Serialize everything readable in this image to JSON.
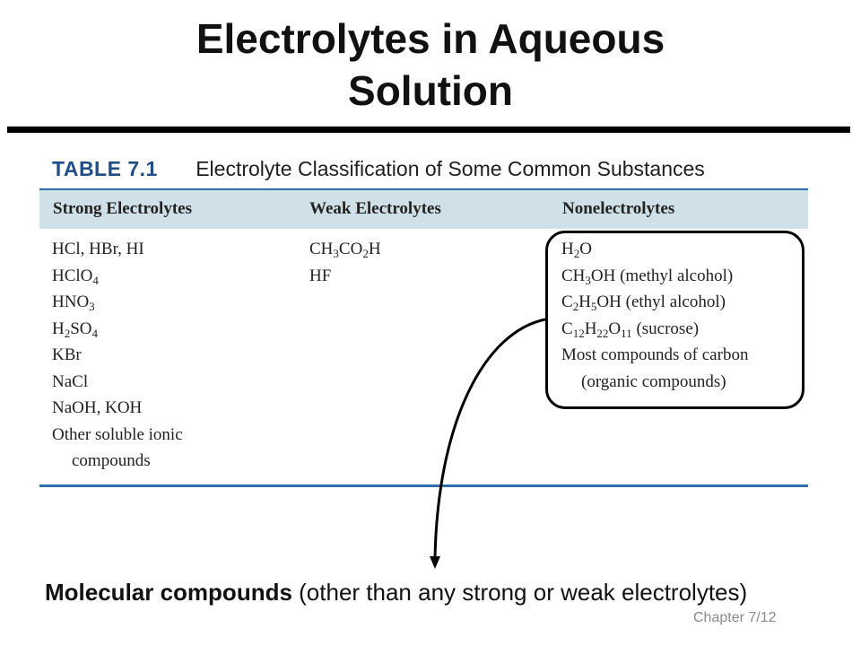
{
  "slide": {
    "title_line1": "Electrolytes in Aqueous",
    "title_line2": "Solution",
    "page_number": "Chapter 7/12"
  },
  "table": {
    "label": "TABLE 7.1",
    "caption": "Electrolyte Classification of Some Common Substances",
    "headers": [
      "Strong Electrolytes",
      "Weak Electrolytes",
      "Nonelectrolytes"
    ],
    "strong": [
      "HCl, HBr, HI",
      "HClO4",
      "HNO3",
      "H2SO4",
      "KBr",
      "NaCl",
      "NaOH, KOH",
      "Other soluble ionic",
      "compounds"
    ],
    "weak": [
      "CH3CO2H",
      "HF"
    ],
    "non": [
      "H2O",
      "CH3OH (methyl alcohol)",
      "C2H5OH (ethyl alcohol)",
      "C12H22O11 (sucrose)",
      "Most compounds of carbon",
      "(organic compounds)"
    ]
  },
  "note": {
    "bold": "Molecular compounds",
    "rest": " (other than any strong or weak electrolytes)"
  }
}
